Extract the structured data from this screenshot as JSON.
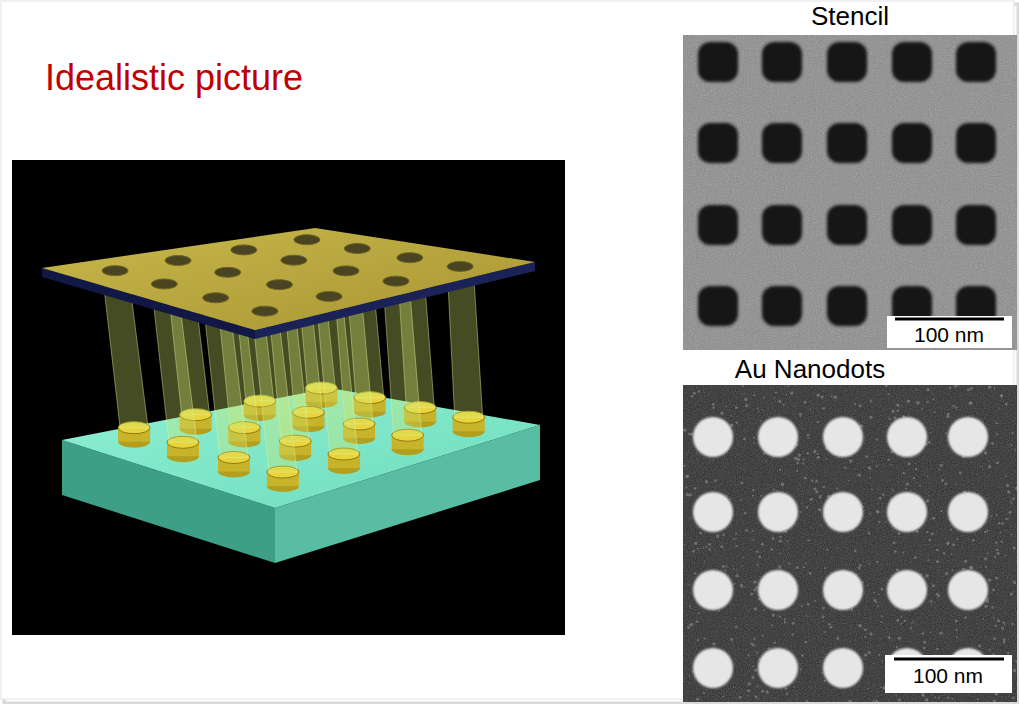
{
  "diagram": {
    "labels": [
      "Idealistic picture",
      "Stencil",
      "100 nm",
      "Au Nanodots",
      "100 nm"
    ]
  }
}
